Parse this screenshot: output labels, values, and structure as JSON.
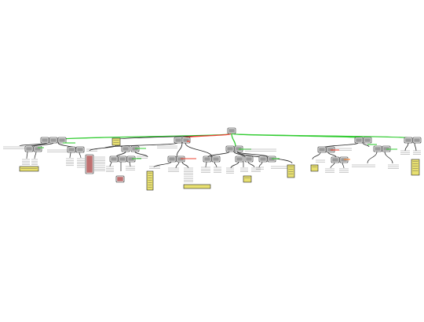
{
  "diagram": {
    "type": "argument-map",
    "root": {
      "label": ""
    },
    "branches": [
      {
        "edge": "support",
        "nodes": 3,
        "notes": 1,
        "children": 3
      },
      {
        "edge": "neutral",
        "nodes": 1,
        "notes": 1,
        "children": 4
      },
      {
        "edge": "oppose",
        "nodes": 2,
        "notes": 2,
        "children": 6
      },
      {
        "edge": "support",
        "nodes": 2,
        "notes": 1,
        "children": 3
      },
      {
        "edge": "support",
        "nodes": 2,
        "notes": 1,
        "children": 2
      }
    ],
    "colors": {
      "support": "#33cc33",
      "oppose": "#ee4433",
      "neutral": "#222222",
      "node_fill": "#9a9a9a",
      "note_fill": "#e8e070",
      "objection_fill": "#c07070",
      "qualifier": "#ff8833"
    }
  }
}
